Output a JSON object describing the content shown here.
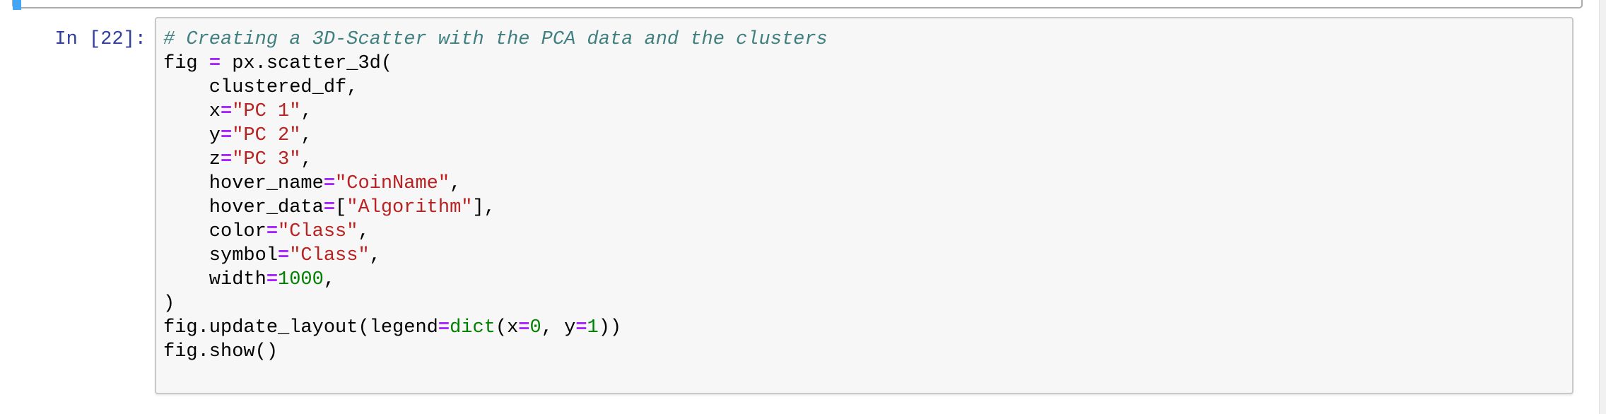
{
  "notebook": {
    "cell_above": {
      "state": "selected"
    },
    "cell": {
      "prompt": "In [22]:",
      "code_lines": [
        {
          "tokens": [
            {
              "s": "com",
              "t": "# Creating a 3D-Scatter with the PCA data and the clusters"
            }
          ]
        },
        {
          "tokens": [
            {
              "s": "p",
              "t": "fig "
            },
            {
              "s": "op",
              "t": "="
            },
            {
              "s": "p",
              "t": " px.scatter_3d("
            }
          ]
        },
        {
          "tokens": [
            {
              "s": "p",
              "t": "    clustered_df,"
            }
          ]
        },
        {
          "tokens": [
            {
              "s": "p",
              "t": "    x"
            },
            {
              "s": "op",
              "t": "="
            },
            {
              "s": "str",
              "t": "\"PC 1\""
            },
            {
              "s": "p",
              "t": ","
            }
          ]
        },
        {
          "tokens": [
            {
              "s": "p",
              "t": "    y"
            },
            {
              "s": "op",
              "t": "="
            },
            {
              "s": "str",
              "t": "\"PC 2\""
            },
            {
              "s": "p",
              "t": ","
            }
          ]
        },
        {
          "tokens": [
            {
              "s": "p",
              "t": "    z"
            },
            {
              "s": "op",
              "t": "="
            },
            {
              "s": "str",
              "t": "\"PC 3\""
            },
            {
              "s": "p",
              "t": ","
            }
          ]
        },
        {
          "tokens": [
            {
              "s": "p",
              "t": "    hover_name"
            },
            {
              "s": "op",
              "t": "="
            },
            {
              "s": "str",
              "t": "\"CoinName\""
            },
            {
              "s": "p",
              "t": ","
            }
          ]
        },
        {
          "tokens": [
            {
              "s": "p",
              "t": "    hover_data"
            },
            {
              "s": "op",
              "t": "="
            },
            {
              "s": "p",
              "t": "["
            },
            {
              "s": "str",
              "t": "\"Algorithm\""
            },
            {
              "s": "p",
              "t": "],"
            }
          ]
        },
        {
          "tokens": [
            {
              "s": "p",
              "t": "    color"
            },
            {
              "s": "op",
              "t": "="
            },
            {
              "s": "str",
              "t": "\"Class\""
            },
            {
              "s": "p",
              "t": ","
            }
          ]
        },
        {
          "tokens": [
            {
              "s": "p",
              "t": "    symbol"
            },
            {
              "s": "op",
              "t": "="
            },
            {
              "s": "str",
              "t": "\"Class\""
            },
            {
              "s": "p",
              "t": ","
            }
          ]
        },
        {
          "tokens": [
            {
              "s": "p",
              "t": "    width"
            },
            {
              "s": "op",
              "t": "="
            },
            {
              "s": "num",
              "t": "1000"
            },
            {
              "s": "p",
              "t": ","
            }
          ]
        },
        {
          "tokens": [
            {
              "s": "p",
              "t": ")"
            }
          ]
        },
        {
          "tokens": [
            {
              "s": "p",
              "t": "fig.update_layout(legend"
            },
            {
              "s": "op",
              "t": "="
            },
            {
              "s": "bi",
              "t": "dict"
            },
            {
              "s": "p",
              "t": "(x"
            },
            {
              "s": "op",
              "t": "="
            },
            {
              "s": "num",
              "t": "0"
            },
            {
              "s": "p",
              "t": ", y"
            },
            {
              "s": "op",
              "t": "="
            },
            {
              "s": "num",
              "t": "1"
            },
            {
              "s": "p",
              "t": "))"
            }
          ]
        },
        {
          "tokens": [
            {
              "s": "p",
              "t": "fig.show()"
            }
          ]
        }
      ]
    },
    "colors": {
      "prompt": "#303F9F",
      "comment": "#408080",
      "operator": "#AA22FF",
      "string": "#BA2121",
      "number": "#008000",
      "builtin": "#008000",
      "selected_cell_bar": "#42A5F5",
      "cell_border": "#ababab",
      "input_background": "#f7f7f7",
      "input_border": "#c9c9c9"
    }
  }
}
